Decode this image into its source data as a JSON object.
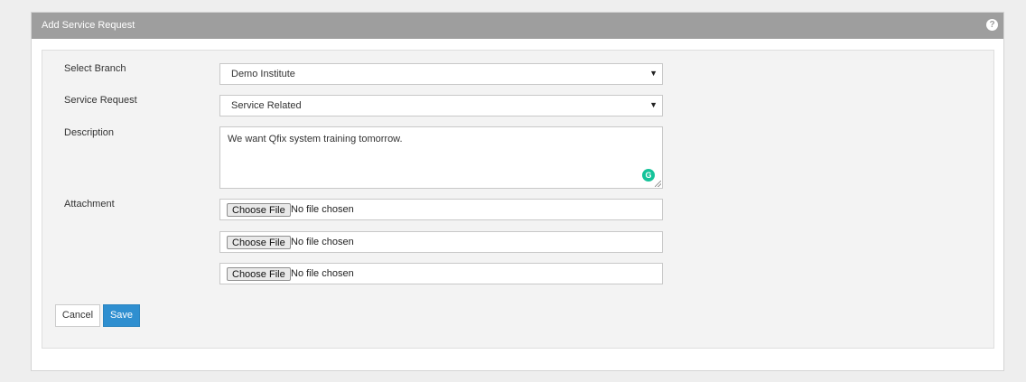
{
  "panel": {
    "title": "Add Service Request",
    "help_icon": "question-circle-icon",
    "help_glyph": "?"
  },
  "form": {
    "branch": {
      "label": "Select Branch",
      "value": "Demo Institute"
    },
    "service_request": {
      "label": "Service Request",
      "value": "Service Related"
    },
    "description": {
      "label": "Description",
      "value": "We want Qfix system training tomorrow.",
      "grammarly_glyph": "G"
    },
    "attachment": {
      "label": "Attachment",
      "files": [
        {
          "button": "Choose File",
          "status": "No file chosen"
        },
        {
          "button": "Choose File",
          "status": "No file chosen"
        },
        {
          "button": "Choose File",
          "status": "No file chosen"
        }
      ]
    },
    "caret_glyph": "▼"
  },
  "actions": {
    "cancel_label": "Cancel",
    "save_label": "Save"
  },
  "colors": {
    "header_bg": "#9e9e9e",
    "save_bg": "#2f8fd0",
    "grammarly": "#15c39a"
  }
}
